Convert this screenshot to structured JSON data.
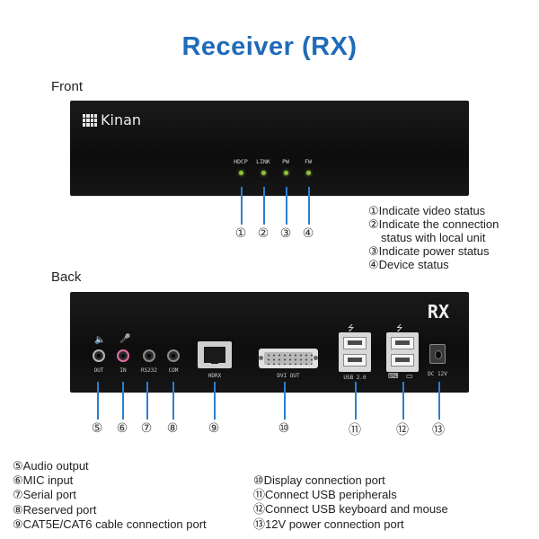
{
  "title": "Receiver (RX)",
  "front_label": "Front",
  "back_label": "Back",
  "brand": "Kinan",
  "accent_color": "#1f6bb8",
  "callout_line_color": "#2a7fd1",
  "front_leds": [
    "HDCP",
    "LINK",
    "PW",
    "FW"
  ],
  "front_numbers": [
    "①",
    "②",
    "③",
    "④"
  ],
  "front_desc": [
    "①Indicate video status",
    "②Indicate the connection",
    "status with local unit",
    "③Indicate power status",
    "④Device status"
  ],
  "rx_mark": "RX",
  "back_ports": {
    "out": "OUT",
    "in": "IN",
    "rs232": "RS232",
    "com": "COM",
    "hdrx": "HDRX",
    "dvi": "DVI OUT",
    "usb20": "USB 2.0",
    "dc": "DC 12V"
  },
  "icons": {
    "speaker": "speaker-icon",
    "mic": "microphone-icon",
    "usb": "usb-icon",
    "keyboard": "keyboard-icon",
    "mouse": "mouse-icon"
  },
  "back_numbers": [
    "⑤",
    "⑥",
    "⑦",
    "⑧",
    "⑨",
    "⑩",
    "⑪",
    "⑫",
    "⑬"
  ],
  "back_desc_left": [
    "⑤Audio output",
    "⑥MIC input",
    "⑦Serial port",
    "⑧Reserved port",
    "⑨CAT5E/CAT6 cable connection port"
  ],
  "back_desc_right": [
    "⑩Display connection port",
    "⑪Connect USB peripherals",
    "⑫Connect USB keyboard and mouse",
    "⑬12V power connection port"
  ]
}
